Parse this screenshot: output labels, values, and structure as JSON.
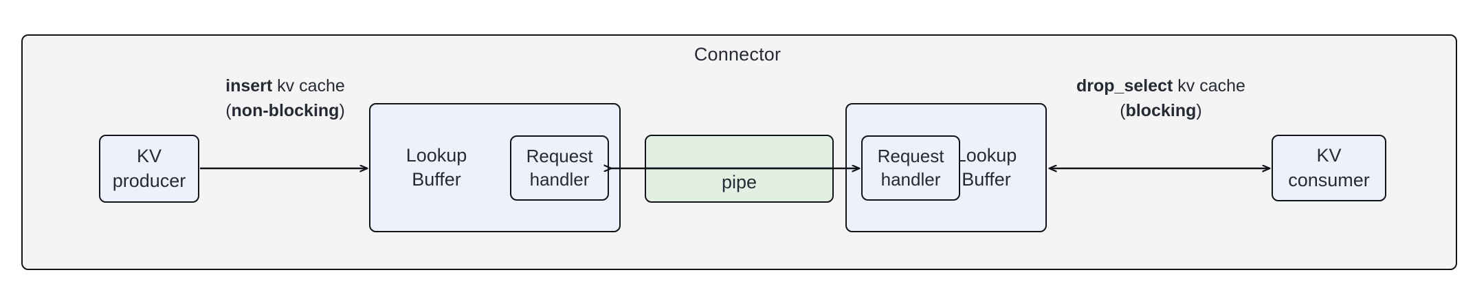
{
  "diagram": {
    "title": "Connector",
    "type": "block-diagram",
    "background_color": "#ffffff",
    "container_fill": "#f4f4f4",
    "node_fill_blue": "#edf1fb",
    "node_fill_green": "#e2f0e4",
    "stroke_color": "#111318"
  },
  "nodes": {
    "kv_producer": {
      "label": "KV\nproducer",
      "fill": "#edf1fb"
    },
    "lookup_buffer_left": {
      "label": "Lookup\nBuffer",
      "fill": "#edf1fb"
    },
    "request_handler_left": {
      "label": "Request\nhandler",
      "fill": "#edf1fb"
    },
    "pipe": {
      "label": "pipe",
      "fill": "#e2f0e4"
    },
    "request_handler_right": {
      "label": "Request\nhandler",
      "fill": "#edf1fb"
    },
    "lookup_buffer_right": {
      "label": "Lookup\nBuffer",
      "fill": "#edf1fb"
    },
    "kv_consumer": {
      "label": "KV\nconsumer",
      "fill": "#edf1fb"
    }
  },
  "edges": {
    "insert": {
      "line1_bold": "insert",
      "line1_rest": " kv cache",
      "line2_prefix": "(",
      "line2_bold": "non-blocking",
      "line2_suffix": ")",
      "direction": "right",
      "from": "kv_producer",
      "to": "lookup_buffer_left"
    },
    "drop_select": {
      "line1_bold": "drop_select",
      "line1_rest": " kv cache",
      "line2_prefix": "(",
      "line2_bold": "blocking",
      "line2_suffix": ")",
      "direction": "both",
      "from": "lookup_buffer_right",
      "to": "kv_consumer"
    },
    "pipe_to_left": {
      "direction": "left",
      "from": "pipe",
      "to": "request_handler_left"
    },
    "pipe_to_right": {
      "direction": "right",
      "from": "pipe",
      "to": "request_handler_right"
    }
  }
}
